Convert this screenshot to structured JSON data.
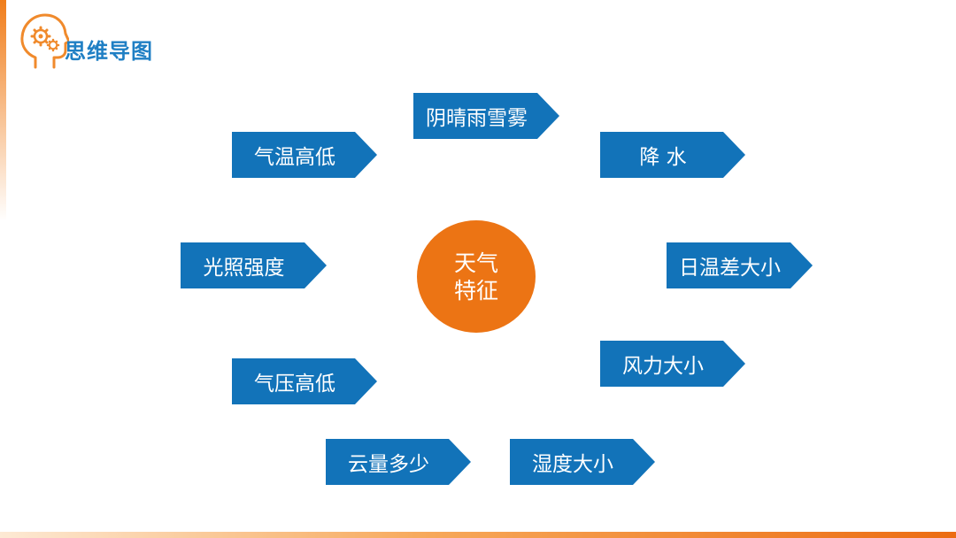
{
  "header": {
    "title": "思维导图"
  },
  "diagram": {
    "center": "天气特征",
    "nodes": [
      "阴晴雨雪雾",
      "降 水",
      "日温差大小",
      "风力大小",
      "湿度大小",
      "云量多少",
      "气压高低",
      "光照强度",
      "气温高低"
    ]
  },
  "colors": {
    "node": "#1273b9",
    "center": "#ec7414",
    "title": "#1f7fc4",
    "accent": "#f07d1a"
  },
  "icons": {
    "logo": "head-gears-icon"
  }
}
